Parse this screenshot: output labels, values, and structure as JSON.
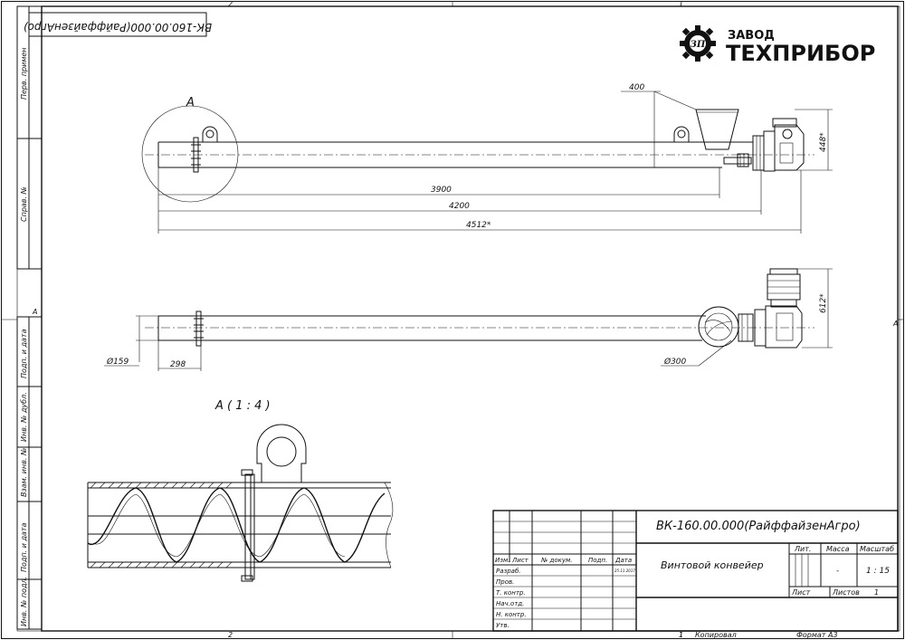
{
  "frame": {
    "zone_top_left": "2",
    "zone_top_right": "1",
    "zone_bottom_left": "2",
    "zone_bottom_right": "1",
    "zone_left": "A",
    "zone_right": "A"
  },
  "stamp_rotated": "ВК-160.00.000(РайффайзенАгро)",
  "logo": {
    "line1": "ЗАВОД",
    "line2": "ТЕХПРИБОР"
  },
  "left_strip": {
    "perv_primen": "Перв. примен",
    "sprav_no": "Справ. №",
    "podp_data_1": "Подп. и дата",
    "inv_dubl": "Инв. № дубл.",
    "vzam_inv": "Взам. инв. №",
    "podp_data_2": "Подп. и дата",
    "inv_podl": "Инв. № подл."
  },
  "top_view": {
    "view_label": "A",
    "dim_400": "400",
    "dim_448": "448*",
    "dim_3900": "3900",
    "dim_4200": "4200",
    "dim_4512": "4512*"
  },
  "front_view": {
    "dim_159": "Ø159",
    "dim_298": "298",
    "dim_300": "Ø300",
    "dim_612": "612*"
  },
  "detail": {
    "title": "A ( 1 : 4 )"
  },
  "title_block": {
    "designation": "ВК-160.00.000(РайффайзенАгро)",
    "name": "Винтовой конвейер",
    "lit_header": "Лит.",
    "mass_header": "Масса",
    "scale_header": "Масштаб",
    "mass_value": "-",
    "scale_value": "1 : 15",
    "sheet_label": "Лист",
    "sheets_label": "Листов",
    "sheets_value": "1",
    "col_izm": "Изм.",
    "col_list": "Лист",
    "col_doc": "№ докум.",
    "col_podp": "Подп.",
    "col_date": "Дата",
    "date_value": "25.11.2017",
    "rows": [
      "Разраб.",
      "Пров.",
      "Т. контр.",
      "Нач.отд.",
      "Н. контр.",
      "Утв."
    ]
  },
  "footer": {
    "copied": "Копировал",
    "format": "Формат А3",
    "num": "1"
  }
}
